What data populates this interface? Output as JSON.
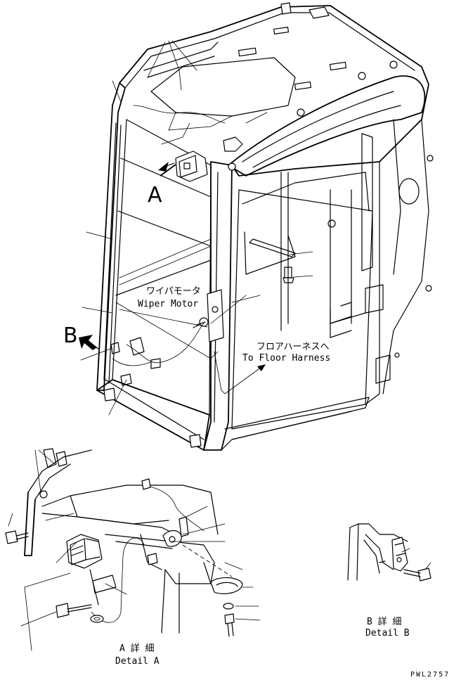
{
  "labels": {
    "view_a_letter": "A",
    "view_b_letter": "B",
    "wiper_motor_jp": "ワイパモータ",
    "wiper_motor_en": "Wiper Motor",
    "floor_harness_jp": "フロアハーネスへ",
    "floor_harness_en": "To Floor Harness",
    "detail_a_jp": "A 詳 細",
    "detail_a_en": "Detail A",
    "detail_b_jp": "B 詳 細",
    "detail_b_en": "Detail B",
    "drawing_number": "PWL2757"
  }
}
